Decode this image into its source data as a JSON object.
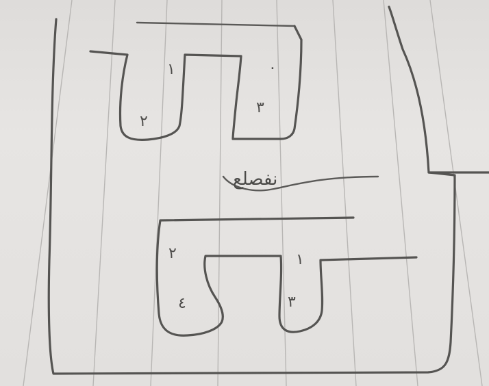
{
  "labels": {
    "upper_left_top": "١",
    "upper_left_bottom": "٢",
    "upper_right_top": "٠",
    "upper_right_bottom": "٣",
    "center": "نفصلع",
    "lower_left_top": "٢",
    "lower_left_bottom": "٤",
    "lower_right_top": "١",
    "lower_right_bottom": "٣"
  },
  "colors": {
    "paper": "#e2e0de",
    "ruling": "#b8b6b4",
    "ink": "#555452"
  }
}
